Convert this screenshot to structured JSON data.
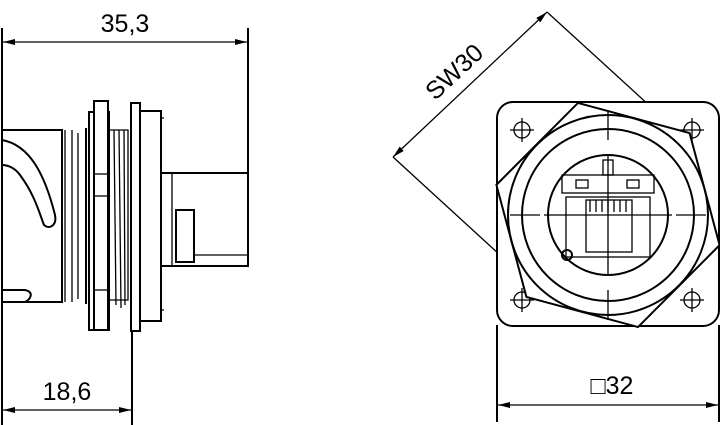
{
  "drawing": {
    "side_view": {
      "dim_overall_length": "35,3",
      "dim_flange_offset": "18,6"
    },
    "front_view": {
      "dim_wrench_size": "SW30",
      "dim_square_size": "□32"
    }
  }
}
